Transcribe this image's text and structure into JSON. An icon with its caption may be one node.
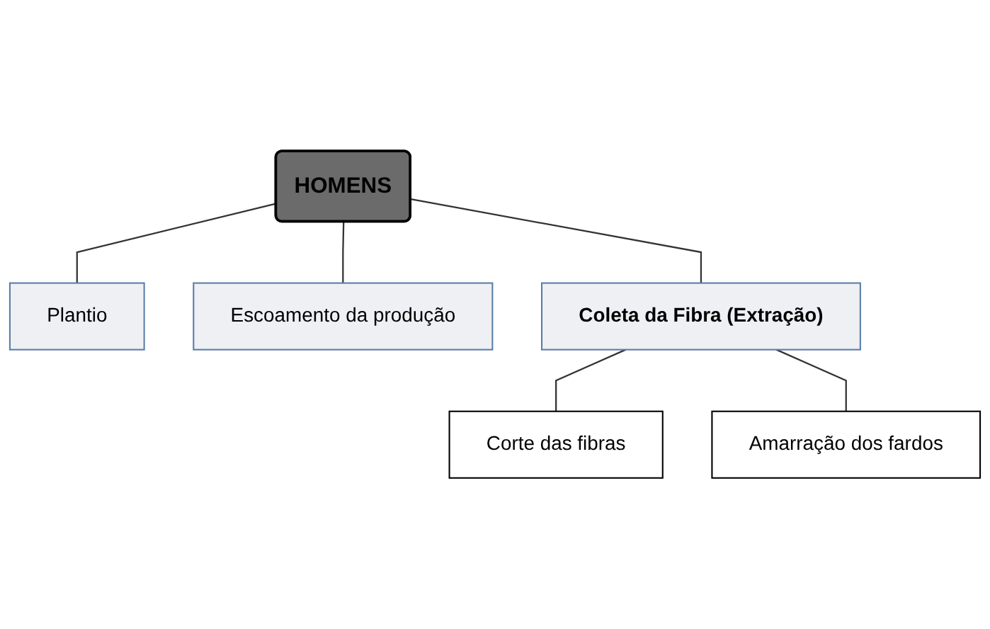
{
  "diagram": {
    "nodes": [
      {
        "text": [
          "HOMENS"
        ]
      },
      {
        "text": [
          "Plantio"
        ]
      },
      {
        "text": [
          "Escoamento da produção"
        ]
      },
      {
        "text": [
          "Coleta da Fibra (Extração)"
        ]
      },
      {
        "text": [
          "Corte das fibras"
        ]
      },
      {
        "text": [
          "Amarração dos fardos"
        ]
      }
    ],
    "edges": [
      {
        "from": 0,
        "to": 1,
        "arrow": "none"
      },
      {
        "from": 0,
        "to": 3,
        "arrow": "none"
      },
      {
        "from": 0,
        "to": 2,
        "arrow": "none"
      },
      {
        "from": 3,
        "to": 4,
        "arrow": "none"
      },
      {
        "from": 3,
        "to": 5,
        "arrow": "none"
      }
    ]
  }
}
